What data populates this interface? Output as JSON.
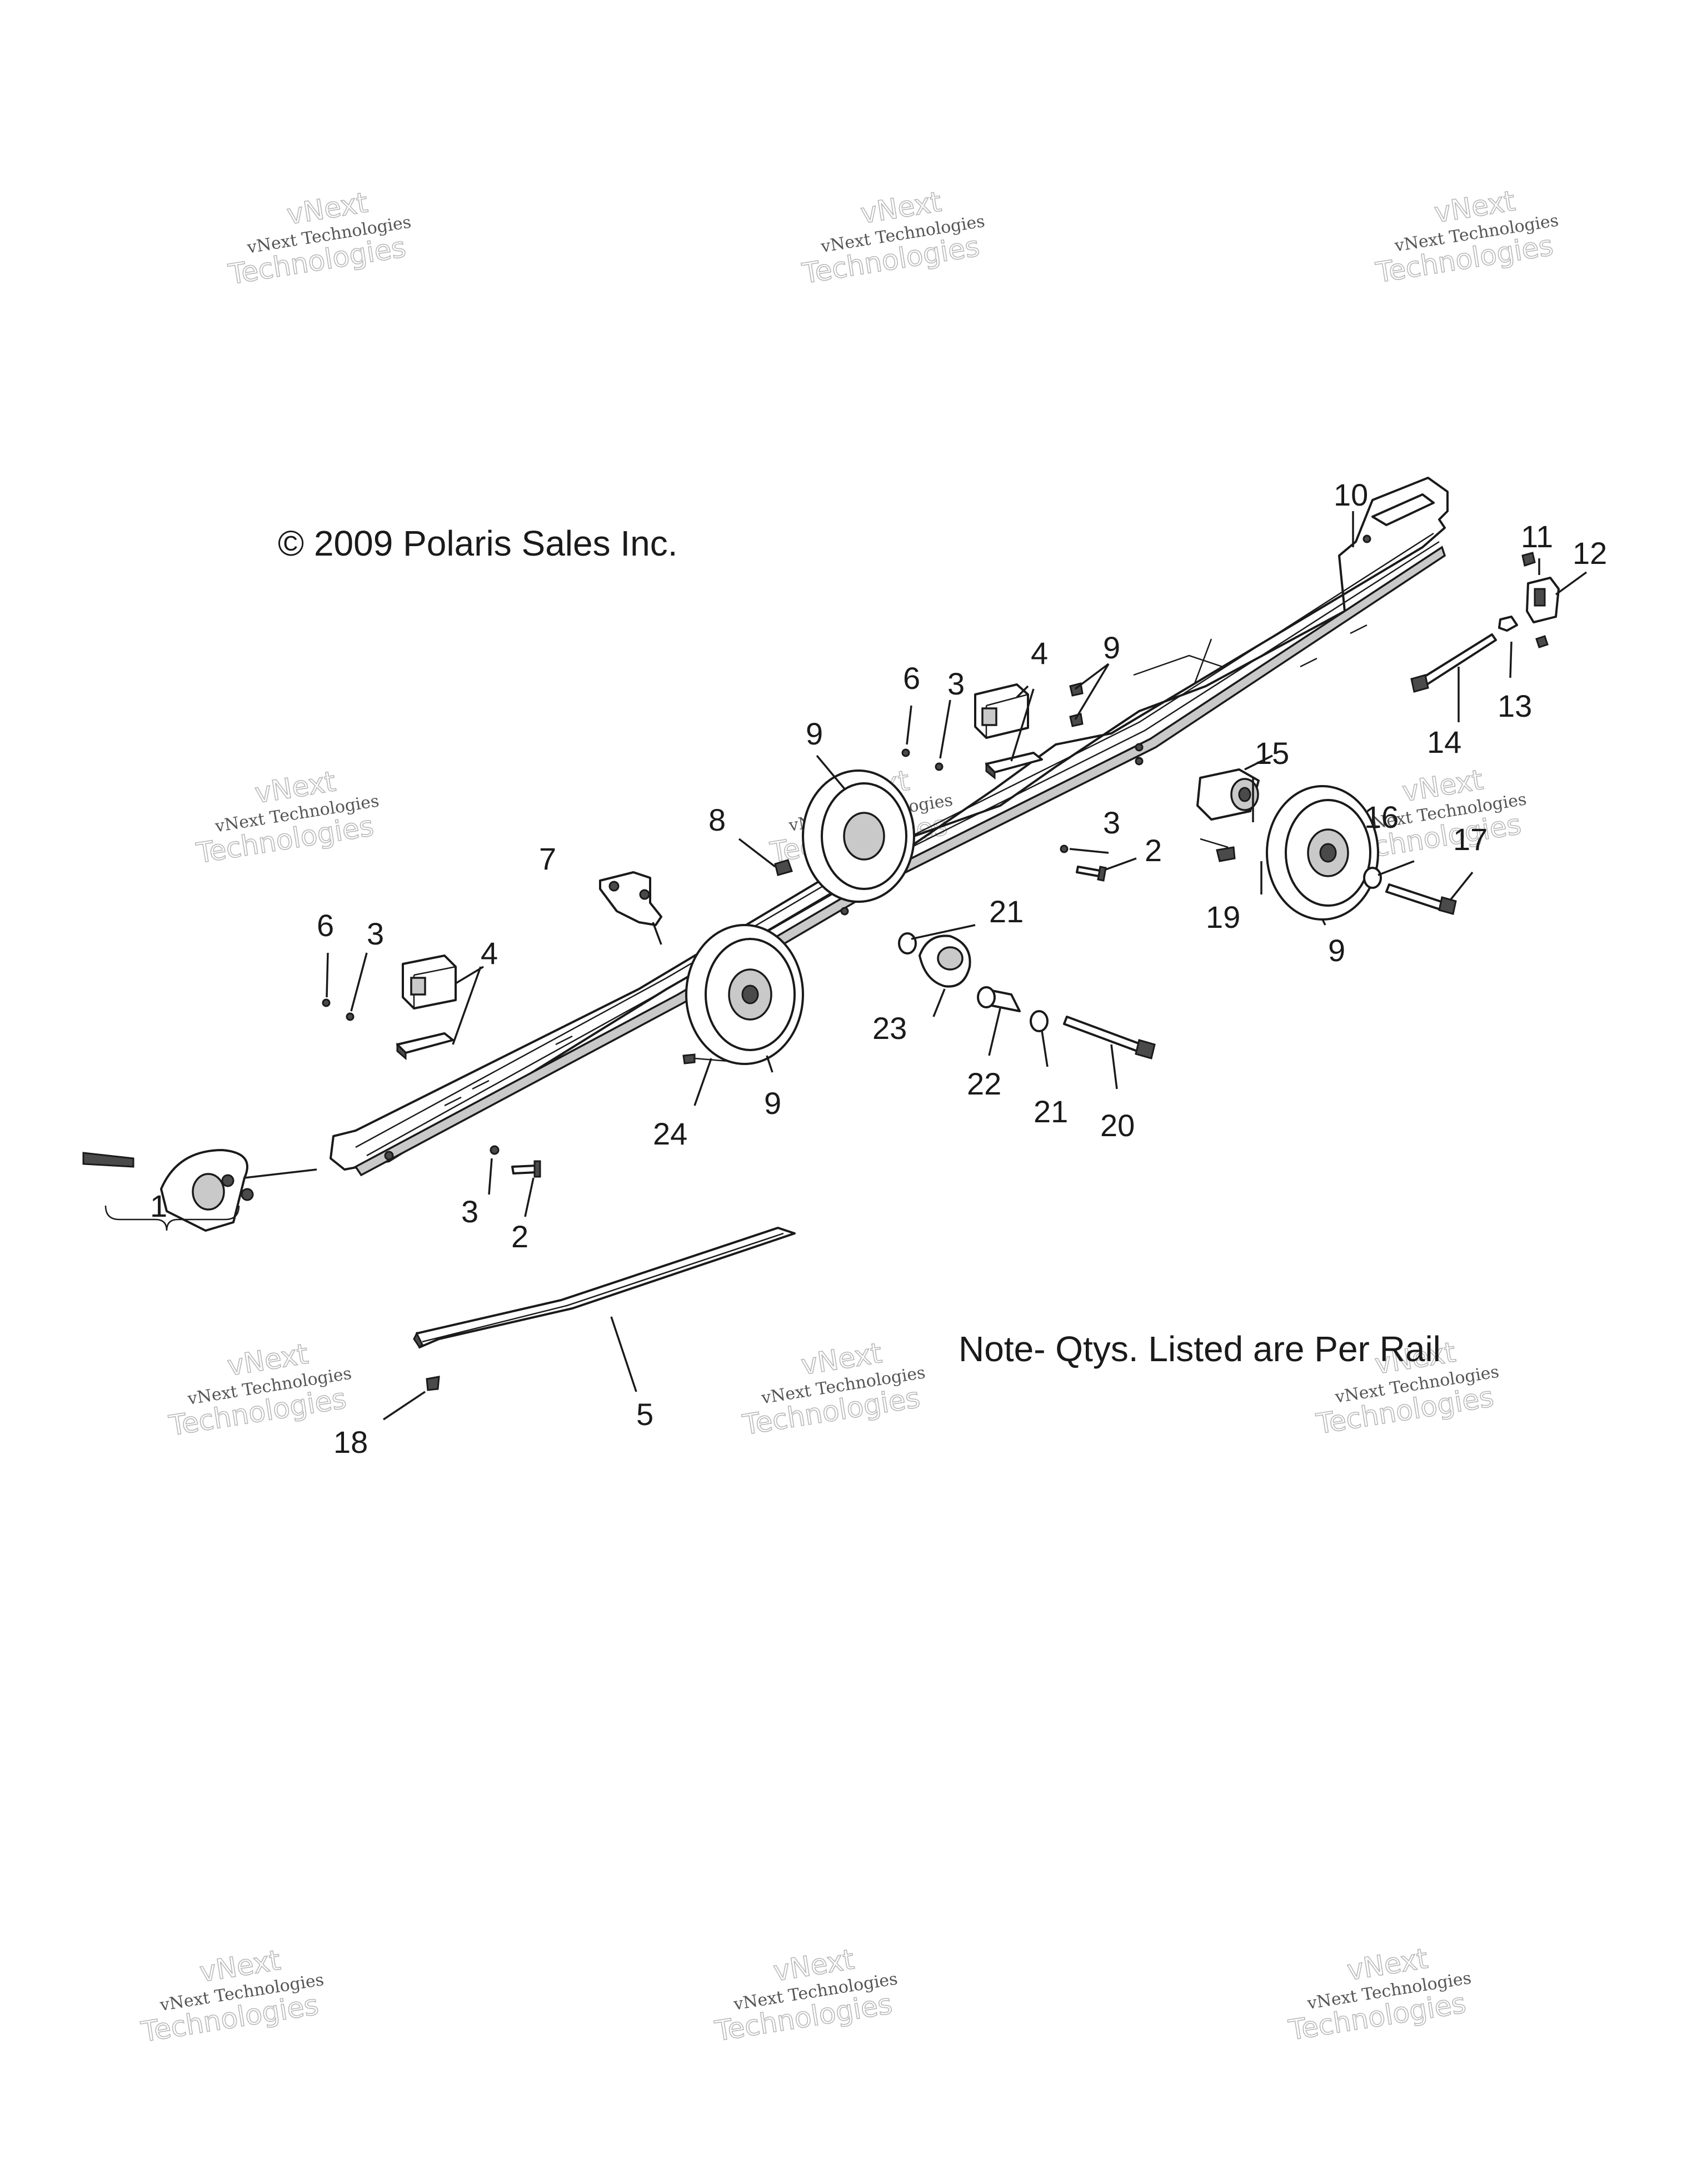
{
  "copyright": "© 2009 Polaris Sales Inc.",
  "note": "Note- Qtys. Listed are Per Rail",
  "watermark": {
    "line1": "vNext Technologies",
    "line2": "vNext",
    "line3": "Technologies"
  },
  "callouts": {
    "c1": "1",
    "c2a": "2",
    "c2b": "2",
    "c3a": "3",
    "c3b": "3",
    "c3c": "3",
    "c3d": "3",
    "c4a": "4",
    "c4b": "4",
    "c5": "5",
    "c6a": "6",
    "c6b": "6",
    "c7": "7",
    "c8": "8",
    "c9a": "9",
    "c9b": "9",
    "c9c": "9",
    "c9d": "9",
    "c10": "10",
    "c11": "11",
    "c12": "12",
    "c13": "13",
    "c14": "14",
    "c15": "15",
    "c16": "16",
    "c17": "17",
    "c18": "18",
    "c19": "19",
    "c20": "20",
    "c21a": "21",
    "c21b": "21",
    "c22": "22",
    "c23": "23",
    "c24": "24"
  }
}
